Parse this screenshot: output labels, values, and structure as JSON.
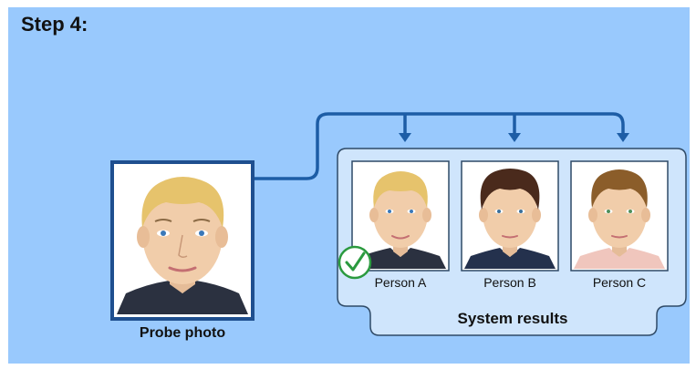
{
  "step": {
    "title": "Step 4:"
  },
  "probe": {
    "label": "Probe photo"
  },
  "results": {
    "title": "System results",
    "persons": [
      {
        "label": "Person A",
        "matched": true
      },
      {
        "label": "Person B",
        "matched": false
      },
      {
        "label": "Person C",
        "matched": false
      }
    ]
  },
  "colors": {
    "background": "#99c9fd",
    "connector": "#1d5da6",
    "results_panel": "#cfe5fc",
    "match_check": "#2b9a3f"
  }
}
